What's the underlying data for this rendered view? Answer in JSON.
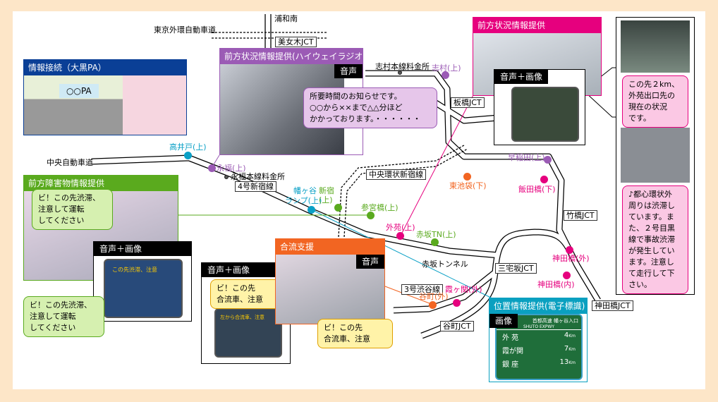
{
  "colors": {
    "cyan": "#0aa0c6",
    "purple": "#9b5bb5",
    "green": "#5aaa1e",
    "pink": "#e6007e",
    "orange": "#f26522",
    "blue": "#0a3f96",
    "teal": "#0aa0c0"
  },
  "roads": {
    "gaikan": "東京外環自動車道",
    "urawa": "浦和南",
    "chuo": "中央自動車道"
  },
  "boxes": {
    "bijogi": "美女木JCT",
    "itabashi": "板橋JCT",
    "shinjuku4": "4号新宿線",
    "c2": "中央環状新宿線",
    "takebashi": "竹橋JCT",
    "miyakezaka": "三宅坂JCT",
    "shibuya3": "3号渋谷線",
    "tanimachi": "谷町JCT",
    "kandabashi": "神田橋JCT"
  },
  "points": {
    "takaido": "高井戸(上)",
    "eifuku": "永福(上)",
    "eifuku_toll": "永福本線料金所",
    "hatagaya1": "幡ヶ谷",
    "hatagaya2": "ランプ(上)",
    "shinjuku1": "新宿",
    "shinjuku2": "(上)",
    "sanguubashi": "参宮橋(上)",
    "gaien": "外苑(上)",
    "akasaka_tn": "赤坂TN(上)",
    "akasaka_tunnel": "赤坂トンネル",
    "tanimachi": "谷町(外)",
    "kasumigaseki": "霞ヶ関(外)",
    "kandabashi_out": "神田橋(外)",
    "kandabashi_in": "神田橋(内)",
    "iidabashi": "飯田橋(下)",
    "waseda": "早稲田(上)",
    "higashiikebukuro": "東池袋(下)",
    "shimura": "志村(上)",
    "shimura_toll": "志村本線料金所"
  },
  "panels": {
    "info_connect": {
      "title": "情報接続（大黒PA）",
      "sign": "○○PA"
    },
    "radio": {
      "title": "前方状況情報提供(ハイウェイラジオ",
      "tag": "音声",
      "bubble": [
        "所要時間のお知らせです。",
        "○○から××まで△△分ほど",
        "かかっております。・・・・・・"
      ]
    },
    "forward_top": {
      "title": "前方状況情報提供",
      "tag": "音声＋画像"
    },
    "right": {
      "bubble1": [
        "この先２km、",
        "外苑出口先の",
        "現在の状況",
        "です。"
      ],
      "bubble2": [
        "♪都心環状外",
        "周りは渋滞し",
        "ています。ま",
        "た、２号目黒",
        "線で事故渋滞",
        "が発生してい",
        "ます。注意し",
        "て走行して下",
        "さい。"
      ]
    },
    "obstacle": {
      "title": "前方障害物情報提供",
      "bubble": [
        "ビ！この先渋滞、",
        "注意して運転",
        "してください"
      ],
      "tag": "音声＋画像",
      "monitor_text": "この先渋滞、注意",
      "bubble2": [
        "ビ！この先渋滞、",
        "注意して運転",
        "してください"
      ]
    },
    "merge_av": {
      "tag": "音声＋画像",
      "bubble": [
        "ビ！この先",
        "合流車、注意"
      ],
      "monitor_text": "左から合流車、注意"
    },
    "merge": {
      "title": "合流支援",
      "tag": "音声",
      "bubble": [
        "ビ！この先",
        "合流車、注意"
      ]
    },
    "position": {
      "title": "位置情報提供(電子標識)",
      "tag": "画像",
      "sign_header": "首都高速 幡ヶ谷入口",
      "sign_sub": "SHUTO EXPWY",
      "rows": [
        {
          "name": "外 苑",
          "km": "4"
        },
        {
          "name": "霞が関",
          "km": "7"
        },
        {
          "name": "銀 座",
          "km": "13"
        }
      ],
      "unit": "Km"
    }
  }
}
